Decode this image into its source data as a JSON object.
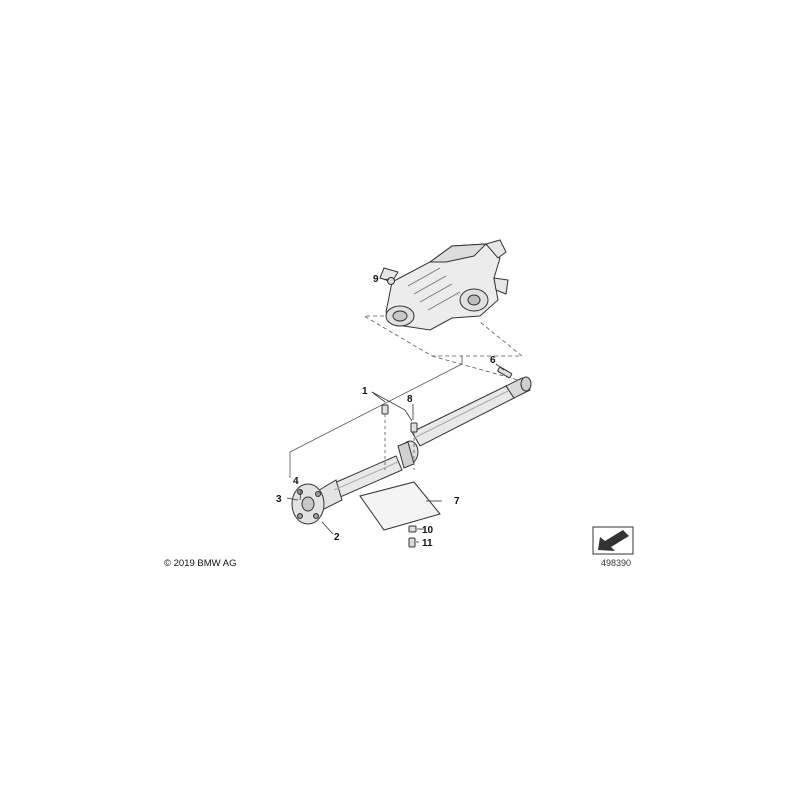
{
  "copyright": "© 2019 BMW AG",
  "document_number": "498390",
  "callouts": {
    "p1": "1",
    "p2": "2",
    "p3": "3",
    "p4": "4",
    "p6": "6",
    "p7": "7",
    "p8": "8",
    "p9": "9",
    "p10": "10",
    "p11": "11"
  },
  "icons": {
    "navigation": "direction-arrow-icon"
  }
}
